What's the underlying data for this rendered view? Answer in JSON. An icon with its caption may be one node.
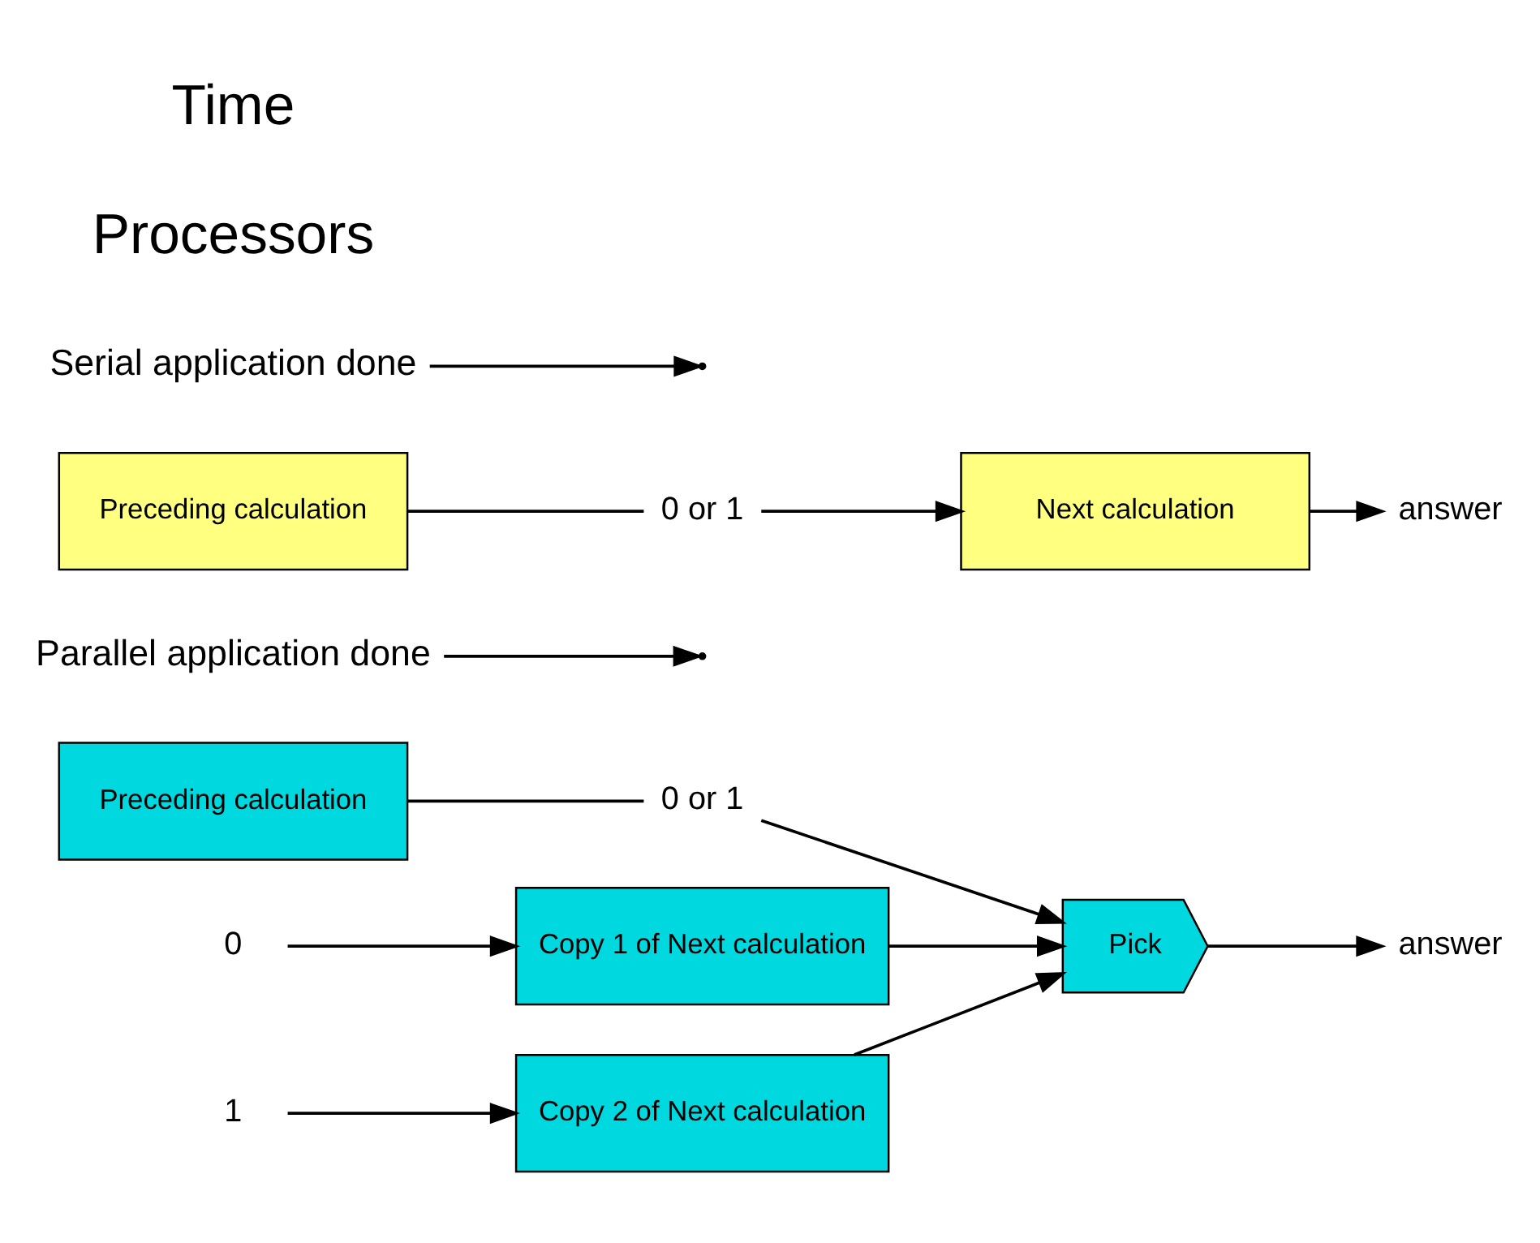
{
  "diagram": {
    "nodes": [
      {
        "text": [
          "Preceding calculation"
        ]
      },
      {
        "text": [
          "0 or 1"
        ]
      },
      {
        "text": [
          "0"
        ]
      },
      {
        "text": [
          "Copy 1 of Next calculation"
        ]
      },
      {
        "text": [
          "1"
        ]
      },
      {
        "text": [
          "Copy 2 of Next calculation"
        ]
      },
      {
        "text": [
          "Pick"
        ]
      },
      {
        "text": [
          "answer"
        ]
      },
      {
        "text": [
          "Parallel application done"
        ]
      },
      {
        "text": [
          "Preceding calculation"
        ]
      },
      {
        "text": [
          "0 or 1"
        ]
      },
      {
        "text": [
          "Next calculation"
        ]
      },
      {
        "text": [
          "answer"
        ]
      },
      {
        "text": [
          "Serial application done"
        ]
      }
    ],
    "edges": [
      {
        "from": 0,
        "to": 1,
        "arrow": "none"
      },
      {
        "from": 1,
        "to": 6,
        "arrow": "to"
      },
      {
        "from": 2,
        "to": 3,
        "arrow": "to"
      },
      {
        "from": 4,
        "to": 5,
        "arrow": "to"
      },
      {
        "from": 3,
        "to": 6,
        "arrow": "to"
      },
      {
        "from": 5,
        "to": 6,
        "arrow": "to"
      },
      {
        "from": 6,
        "to": 7,
        "arrow": "to"
      },
      {
        "from": 8,
        "to": null,
        "arrow": "to"
      },
      {
        "from": 9,
        "to": 10,
        "arrow": "none"
      },
      {
        "from": 10,
        "to": 11,
        "arrow": "to"
      },
      {
        "from": 11,
        "to": 12,
        "arrow": "to"
      },
      {
        "from": 13,
        "to": null,
        "arrow": "to"
      }
    ],
    "labels": [
      "Processors",
      "Time"
    ]
  }
}
